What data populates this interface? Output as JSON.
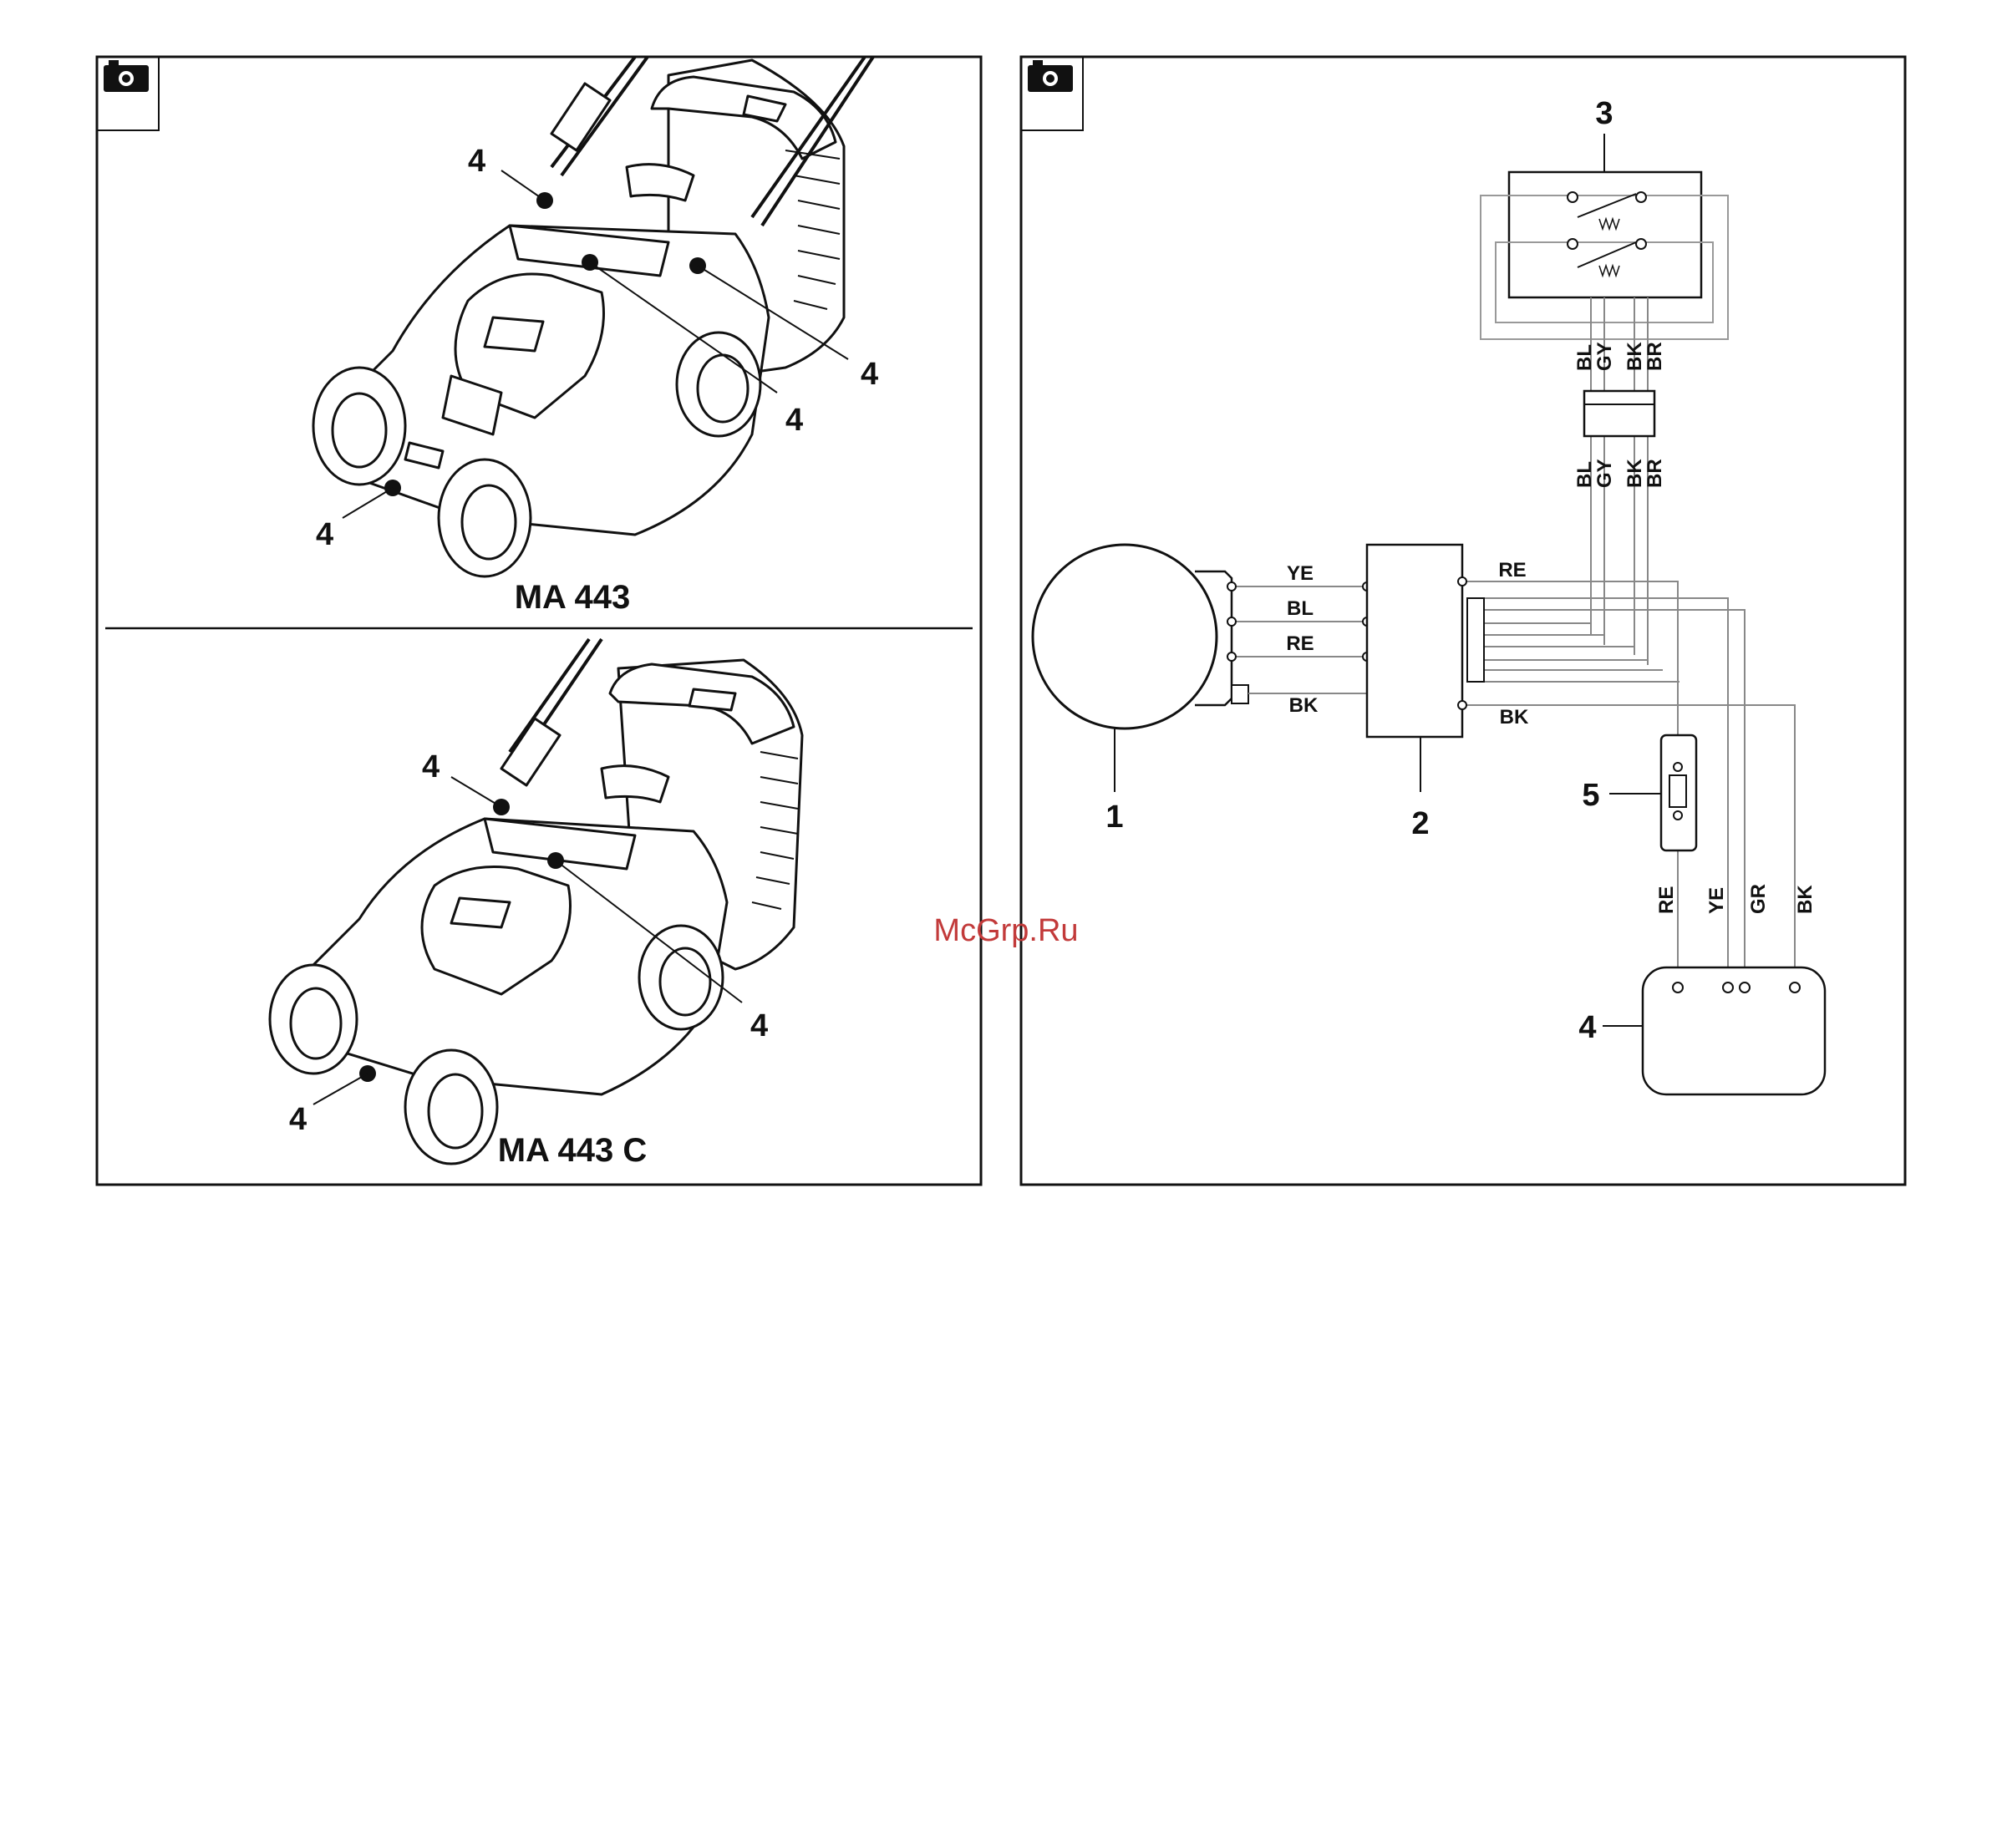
{
  "left_panel": {
    "icon": "camera-icon",
    "top_model": "MA 443",
    "bottom_model": "MA 443 C",
    "callout": "4"
  },
  "right_panel": {
    "icon": "camera-icon",
    "component_labels": {
      "motor": "1",
      "control_box": "2",
      "switch": "3",
      "battery": "4",
      "fuse": "5"
    },
    "motor_wires": [
      "YE",
      "BL",
      "RE",
      "BK"
    ],
    "box_out": {
      "top": "RE",
      "bottom": "BK"
    },
    "switch_wires": [
      "BL",
      "GY",
      "BK",
      "BR"
    ],
    "battery_wires": [
      "RE",
      "YE",
      "GR",
      "BK"
    ]
  },
  "watermark": "McGrp.Ru"
}
